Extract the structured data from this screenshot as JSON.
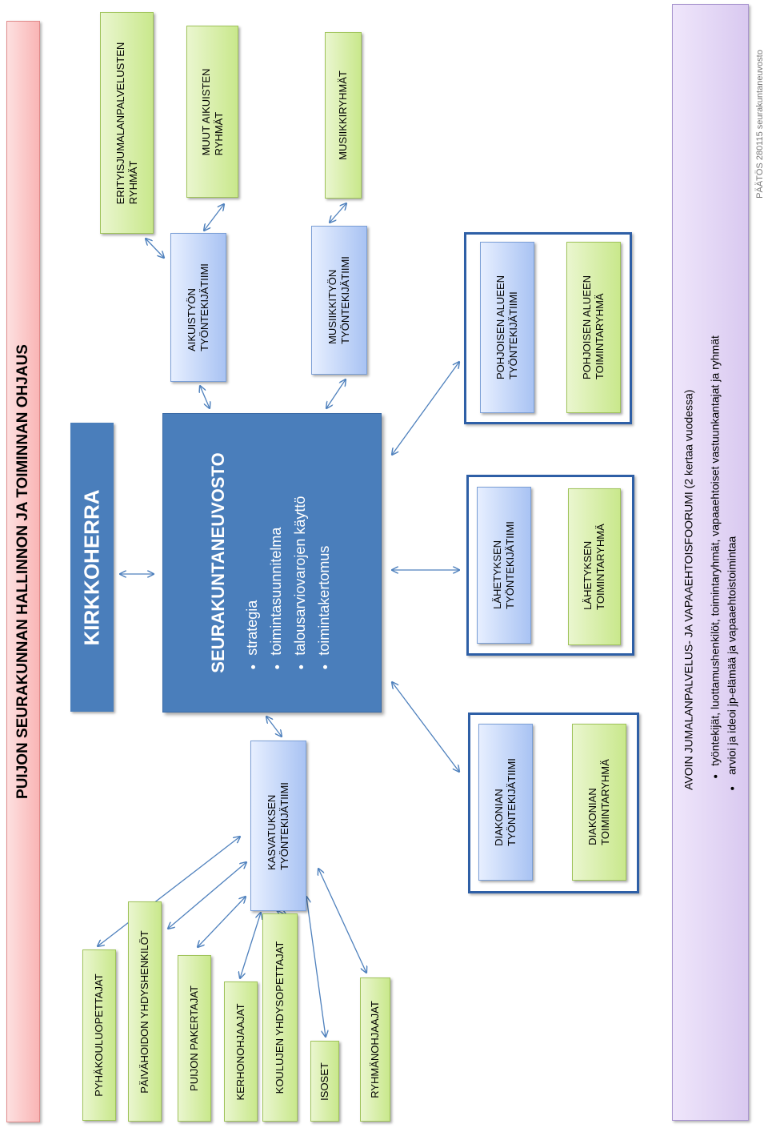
{
  "banner": {
    "title": "PUIJON SEURAKUNNAN HALLINNON JA TOIMINNAN OHJAUS"
  },
  "kirkkoherra": {
    "label": "KIRKKOHERRA"
  },
  "council": {
    "title": "SEURAKUNTANEUVOSTO",
    "items": [
      "strategia",
      "toimintasuunnitelma",
      "talousarviovarojen käyttö",
      "toimintakertomus"
    ]
  },
  "aikuistyo": {
    "line1": "AIKUISTYÖN",
    "line2": "TYÖNTEKIJÄTIIMI"
  },
  "musiikkityo": {
    "line1": "MUSIIKKITYÖN",
    "line2": "TYÖNTEKIJÄTIIMI"
  },
  "kasvatus": {
    "line1": "KASVATUKSEN",
    "line2": "TYÖNTEKIJÄTIIMI"
  },
  "top_groups": {
    "erityis": {
      "line1": "ERITYISJUMALANPALVELUSTEN",
      "line2": "RYHMÄT"
    },
    "muut": {
      "line1": "MUUT AIKUISTEN",
      "line2": "RYHMÄT"
    },
    "musiikki": {
      "line1": "MUSIIKKIRYHMÄT"
    }
  },
  "kasvatus_groups": [
    "PYHÄKOULUOPETTAJAT",
    "PÄIVÄHOIDON YHDYSHENKILÖT",
    "PUIJON PAKERTAJAT",
    "KERHONOHJAAJAT",
    "KOULUJEN YHDYSOPETTAJAT",
    "ISOSET",
    "RYHMÄNOHJAAJAT"
  ],
  "frames": {
    "pohjoinen": {
      "team": {
        "line1": "POHJOISEN ALUEEN",
        "line2": "TYÖNTEKIJÄTIIMI"
      },
      "group": {
        "line1": "POHJOISEN ALUEEN",
        "line2": "TOIMINTARYHMÄ"
      }
    },
    "lahetys": {
      "team": {
        "line1": "LÄHETYKSEN",
        "line2": "TYÖNTEKIJÄTIIMI"
      },
      "group": {
        "line1": "LÄHETYKSEN",
        "line2": "TOIMINTARYHMÄ"
      }
    },
    "diakonia": {
      "team": {
        "line1": "DIAKONIAN",
        "line2": "TYÖNTEKIJÄTIIMI"
      },
      "group": {
        "line1": "DIAKONIAN",
        "line2": "TOIMINTARYHMÄ"
      }
    }
  },
  "forum": {
    "title": "AVOIN JUMALANPALVELUS- JA VAPAAEHTOISFOORUMI (2 kertaa vuodessa)",
    "bullet1": "työntekijät, luottamushenkilöt, toimintaryhmät, vapaaehtoiset vastuunkantajat ja ryhmät",
    "bullet2": "arvioi ja ideoi jp-elämää ja vapaaehtoistoimintaa"
  },
  "footer": {
    "note": "PÄÄTÖS 280115 seurakuntaneuvosto"
  },
  "colors": {
    "banner": "#f9b5b5",
    "council": "#4a7ebb",
    "team": "#a9c3f3",
    "group": "#c9e88c",
    "frame": "#2e5fa6",
    "forum": "#d9c9f0",
    "arrow": "#4f81bd"
  }
}
